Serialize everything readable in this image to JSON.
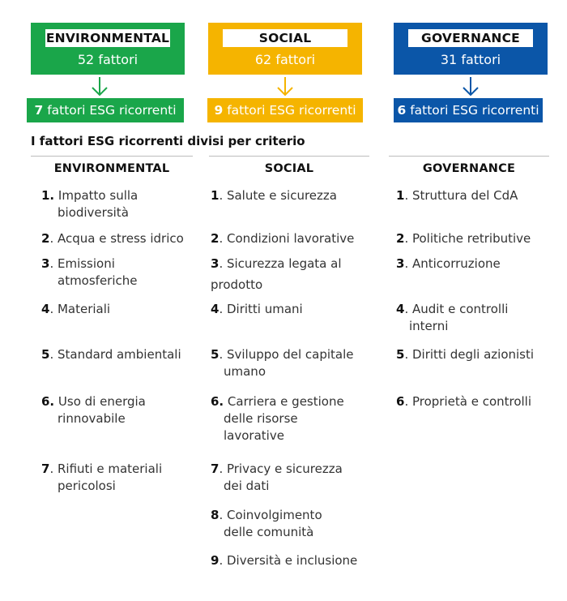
{
  "boxes": [
    {
      "title": "ENVIRONMENTAL",
      "count": "52 fattori",
      "recurring_num": "7",
      "recurring_text": " fattori ESG ricorrenti",
      "color": "#1aa64a"
    },
    {
      "title": "SOCIAL",
      "count": "62 fattori",
      "recurring_num": "9",
      "recurring_text": " fattori ESG ricorrenti",
      "color": "#f5b400"
    },
    {
      "title": "GOVERNANCE",
      "count": "31 fattori",
      "recurring_num": "6",
      "recurring_text": " fattori ESG ricorrenti",
      "color": "#0b56a8"
    }
  ],
  "subtitle": "I fattori ESG ricorrenti divisi per criterio",
  "columns": [
    {
      "header": "ENVIRONMENTAL",
      "items": [
        {
          "num": "1.",
          "line1": "Impatto sulla",
          "line2": "biodiversità"
        },
        {
          "num": "2",
          "line1": ". Acqua e stress idrico",
          "line2": ""
        },
        {
          "num": "3",
          "line1": ". Emissioni",
          "line2": "atmosferiche"
        },
        {
          "num": "4",
          "line1": ". Materiali",
          "line2": ""
        },
        {
          "num": "5",
          "line1": ". Standard ambientali",
          "line2": ""
        },
        {
          "num": "6.",
          "line1": "Uso di energia",
          "line2": "rinnovabile"
        },
        {
          "num": "7",
          "line1": ". Rifiuti e materiali",
          "line2": "pericolosi"
        }
      ]
    },
    {
      "header": "SOCIAL",
      "items": [
        {
          "num": "1",
          "line1": ". Salute e sicurezza",
          "line2": ""
        },
        {
          "num": "2",
          "line1": ". Condizioni lavorative",
          "line2": ""
        },
        {
          "num": "3",
          "line1": ". Sicurezza legata al",
          "line2": "prodotto"
        },
        {
          "num": "4",
          "line1": ". Diritti umani",
          "line2": ""
        },
        {
          "num": "5",
          "line1": ". Sviluppo del capitale",
          "line2": "umano"
        },
        {
          "num": "6.",
          "line1": "Carriera e gestione",
          "line2": "delle risorse",
          "line3": "lavorative"
        },
        {
          "num": "7",
          "line1": ". Privacy e sicurezza",
          "line2": "dei dati"
        },
        {
          "num": "8",
          "line1": ". Coinvolgimento",
          "line2": "delle comunità"
        },
        {
          "num": "9",
          "line1": ". Diversità e inclusione",
          "line2": ""
        }
      ]
    },
    {
      "header": "GOVERNANCE",
      "items": [
        {
          "num": "1",
          "line1": ". Struttura del CdA",
          "line2": ""
        },
        {
          "num": "2",
          "line1": ". Politiche retributive",
          "line2": ""
        },
        {
          "num": "3",
          "line1": ". Anticorruzione",
          "line2": ""
        },
        {
          "num": "4",
          "line1": ". Audit e controlli",
          "line2": "interni"
        },
        {
          "num": "5",
          "line1": ". Diritti degli azionisti",
          "line2": ""
        },
        {
          "num": "6",
          "line1": ". Proprietà e controlli",
          "line2": ""
        }
      ]
    }
  ]
}
